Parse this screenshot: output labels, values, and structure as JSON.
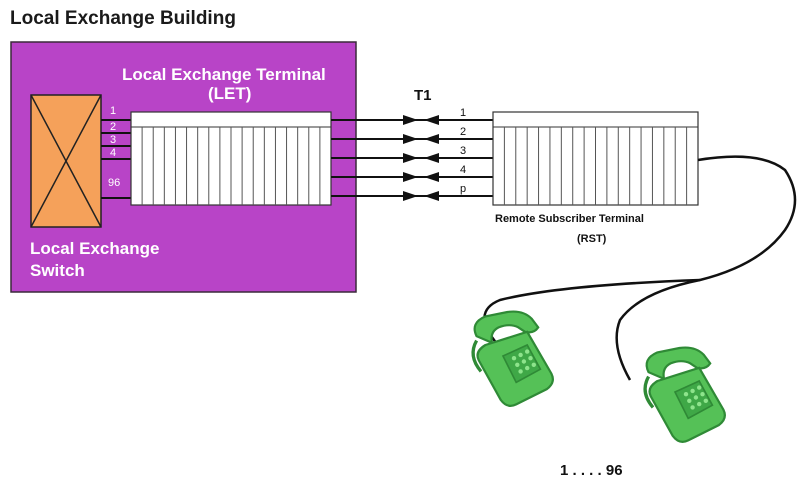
{
  "building_label": "Local Exchange Building",
  "let": {
    "label_line1": "Local Exchange Terminal",
    "label_line2": "(LET)"
  },
  "switch": {
    "label_line1": "Local Exchange",
    "label_line2": "Switch"
  },
  "switch_ports": [
    "1",
    "2",
    "3",
    "4",
    "96"
  ],
  "trunk_label": "T1",
  "trunk_lines": [
    "1",
    "2",
    "3",
    "4",
    "p"
  ],
  "rst": {
    "label_line1": "Remote Subscriber Terminal",
    "label_line2": "(RST)"
  },
  "phones_label": "1 . . . . 96",
  "colors": {
    "building": "#b844c7",
    "switch": "#f5a15a",
    "phone": "#55c157",
    "phone_dark": "#2f8a36",
    "line": "#111111"
  },
  "icons": [
    "telephone-icon",
    "arrow-right-icon",
    "arrow-left-icon"
  ]
}
